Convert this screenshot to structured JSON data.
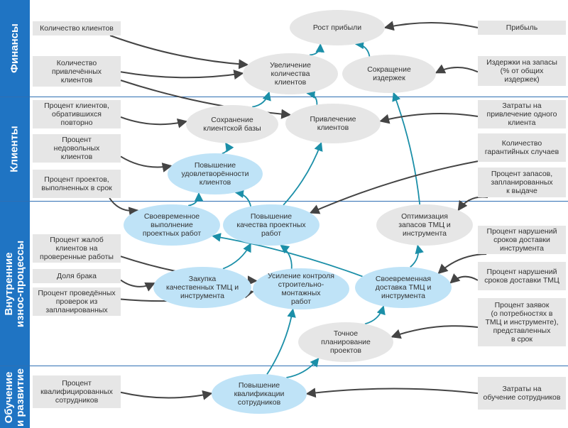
{
  "perspectives": [
    {
      "id": "finance",
      "label": "Финансы"
    },
    {
      "id": "clients",
      "label": "Клиенты"
    },
    {
      "id": "process",
      "label": "Внутренние\nизнос-процессы"
    },
    {
      "id": "learning",
      "label": "Обучение\nи развитие"
    }
  ],
  "kpis": [
    {
      "id": "k_clients_count",
      "text": "Количество клиентов"
    },
    {
      "id": "k_clients_attracted",
      "text": "Количество\nпривлечённых\nклиентов"
    },
    {
      "id": "k_profit",
      "text": "Прибыль"
    },
    {
      "id": "k_inventory_costs",
      "text": "Издержки на запасы\n(% от общих\nиздержек)"
    },
    {
      "id": "k_repeat",
      "text": "Процент клиентов,\nобратившихся\nповторно"
    },
    {
      "id": "k_unsatisfied",
      "text": "Процент\nнедовольных\nклиентов"
    },
    {
      "id": "k_on_time",
      "text": "Процент проектов,\nвыполненных в срок"
    },
    {
      "id": "k_attract_cost",
      "text": "Затраты на\nпривлечение одного\nклиента"
    },
    {
      "id": "k_warranty",
      "text": "Количество\nгарантийных случаев"
    },
    {
      "id": "k_stock_ready",
      "text": "Процент запасов,\nзапланированных\nк выдаче"
    },
    {
      "id": "k_complaints",
      "text": "Процент жалоб\nклиентов на\nпроверенные работы"
    },
    {
      "id": "k_defects",
      "text": "Доля брака"
    },
    {
      "id": "k_inspections",
      "text": "Процент проведённых\nпроверок из\nзапланированных"
    },
    {
      "id": "k_delivery_viol_1",
      "text": "Процент нарушений\nсроков доставки\nинструмента"
    },
    {
      "id": "k_delivery_viol_2",
      "text": "Процент нарушений\nсроков доставки ТМЦ"
    },
    {
      "id": "k_requests",
      "text": "Процент заявок\n(о потребностях в\nТМЦ и инструменте),\nпредставленных\nв срок"
    },
    {
      "id": "k_qualified",
      "text": "Процент\nквалифицированных\nсотрудников"
    },
    {
      "id": "k_training_costs",
      "text": "Затраты на\nобучение сотрудников"
    }
  ],
  "objectives": [
    {
      "id": "o_profit_growth",
      "text": "Рост прибыли",
      "style": "gray"
    },
    {
      "id": "o_clients_increase",
      "text": "Увеличение\nколичества\nклиентов",
      "style": "gray"
    },
    {
      "id": "o_cost_reduction",
      "text": "Сокращение\nиздержек",
      "style": "gray"
    },
    {
      "id": "o_client_retention",
      "text": "Сохранение\nклиентской базы",
      "style": "gray"
    },
    {
      "id": "o_client_attraction",
      "text": "Привлечение\nклиентов",
      "style": "gray"
    },
    {
      "id": "o_satisfaction",
      "text": "Повышение\nудовлетворённости\nклиентов",
      "style": "blue"
    },
    {
      "id": "o_timely_execution",
      "text": "Своевременное\nвыполнение\nпроектных работ",
      "style": "blue"
    },
    {
      "id": "o_project_quality",
      "text": "Повышение\nкачества проектных\nработ",
      "style": "blue"
    },
    {
      "id": "o_inventory_opt",
      "text": "Оптимизация\nзапасов ТМЦ и\nинструмента",
      "style": "gray"
    },
    {
      "id": "o_purchasing",
      "text": "Закупка\nкачественных ТМЦ и\nинструмента",
      "style": "blue"
    },
    {
      "id": "o_control",
      "text": "Усиление контроля\nстроительно-монтажных\nработ",
      "style": "blue"
    },
    {
      "id": "o_timely_delivery",
      "text": "Своевременная\nдоставка ТМЦ и\nинструмента",
      "style": "blue"
    },
    {
      "id": "o_planning",
      "text": "Точное\nпланирование\nпроектов",
      "style": "gray"
    },
    {
      "id": "o_qualification",
      "text": "Повышение\nквалификации\nсотрудников",
      "style": "blue"
    }
  ],
  "kpi_links": [
    {
      "from": "k_clients_count",
      "to": "o_clients_increase"
    },
    {
      "from": "k_clients_attracted",
      "to": "o_clients_increase"
    },
    {
      "from": "k_clients_attracted",
      "to": "o_client_attraction"
    },
    {
      "from": "k_profit",
      "to": "o_profit_growth"
    },
    {
      "from": "k_inventory_costs",
      "to": "o_cost_reduction"
    },
    {
      "from": "k_repeat",
      "to": "o_client_retention"
    },
    {
      "from": "k_unsatisfied",
      "to": "o_satisfaction"
    },
    {
      "from": "k_on_time",
      "to": "o_timely_execution"
    },
    {
      "from": "k_attract_cost",
      "to": "o_client_attraction"
    },
    {
      "from": "k_warranty",
      "to": "o_project_quality"
    },
    {
      "from": "k_stock_ready",
      "to": "o_inventory_opt"
    },
    {
      "from": "k_complaints",
      "to": "o_control"
    },
    {
      "from": "k_defects",
      "to": "o_purchasing"
    },
    {
      "from": "k_inspections",
      "to": "o_control"
    },
    {
      "from": "k_delivery_viol_1",
      "to": "o_timely_delivery"
    },
    {
      "from": "k_delivery_viol_2",
      "to": "o_timely_delivery"
    },
    {
      "from": "k_requests",
      "to": "o_planning"
    },
    {
      "from": "k_qualified",
      "to": "o_qualification"
    },
    {
      "from": "k_training_costs",
      "to": "o_qualification"
    }
  ],
  "objective_links": [
    {
      "from": "o_clients_increase",
      "to": "o_profit_growth"
    },
    {
      "from": "o_cost_reduction",
      "to": "o_profit_growth"
    },
    {
      "from": "o_client_retention",
      "to": "o_clients_increase"
    },
    {
      "from": "o_client_attraction",
      "to": "o_clients_increase"
    },
    {
      "from": "o_satisfaction",
      "to": "o_client_retention"
    },
    {
      "from": "o_timely_execution",
      "to": "o_satisfaction"
    },
    {
      "from": "o_project_quality",
      "to": "o_satisfaction"
    },
    {
      "from": "o_project_quality",
      "to": "o_client_attraction"
    },
    {
      "from": "o_inventory_opt",
      "to": "o_cost_reduction"
    },
    {
      "from": "o_purchasing",
      "to": "o_project_quality"
    },
    {
      "from": "o_control",
      "to": "o_project_quality"
    },
    {
      "from": "o_timely_delivery",
      "to": "o_timely_execution"
    },
    {
      "from": "o_timely_delivery",
      "to": "o_inventory_opt"
    },
    {
      "from": "o_planning",
      "to": "o_timely_delivery"
    },
    {
      "from": "o_qualification",
      "to": "o_planning"
    },
    {
      "from": "o_qualification",
      "to": "o_control"
    }
  ],
  "colors": {
    "band_label": "#1f74c3",
    "kpi_fill": "#e6e6e6",
    "objective_gray": "#e6e6e6",
    "objective_blue": "#bfe3f7",
    "kpi_arrow": "#444444",
    "objective_arrow": "#1b8fa8"
  }
}
